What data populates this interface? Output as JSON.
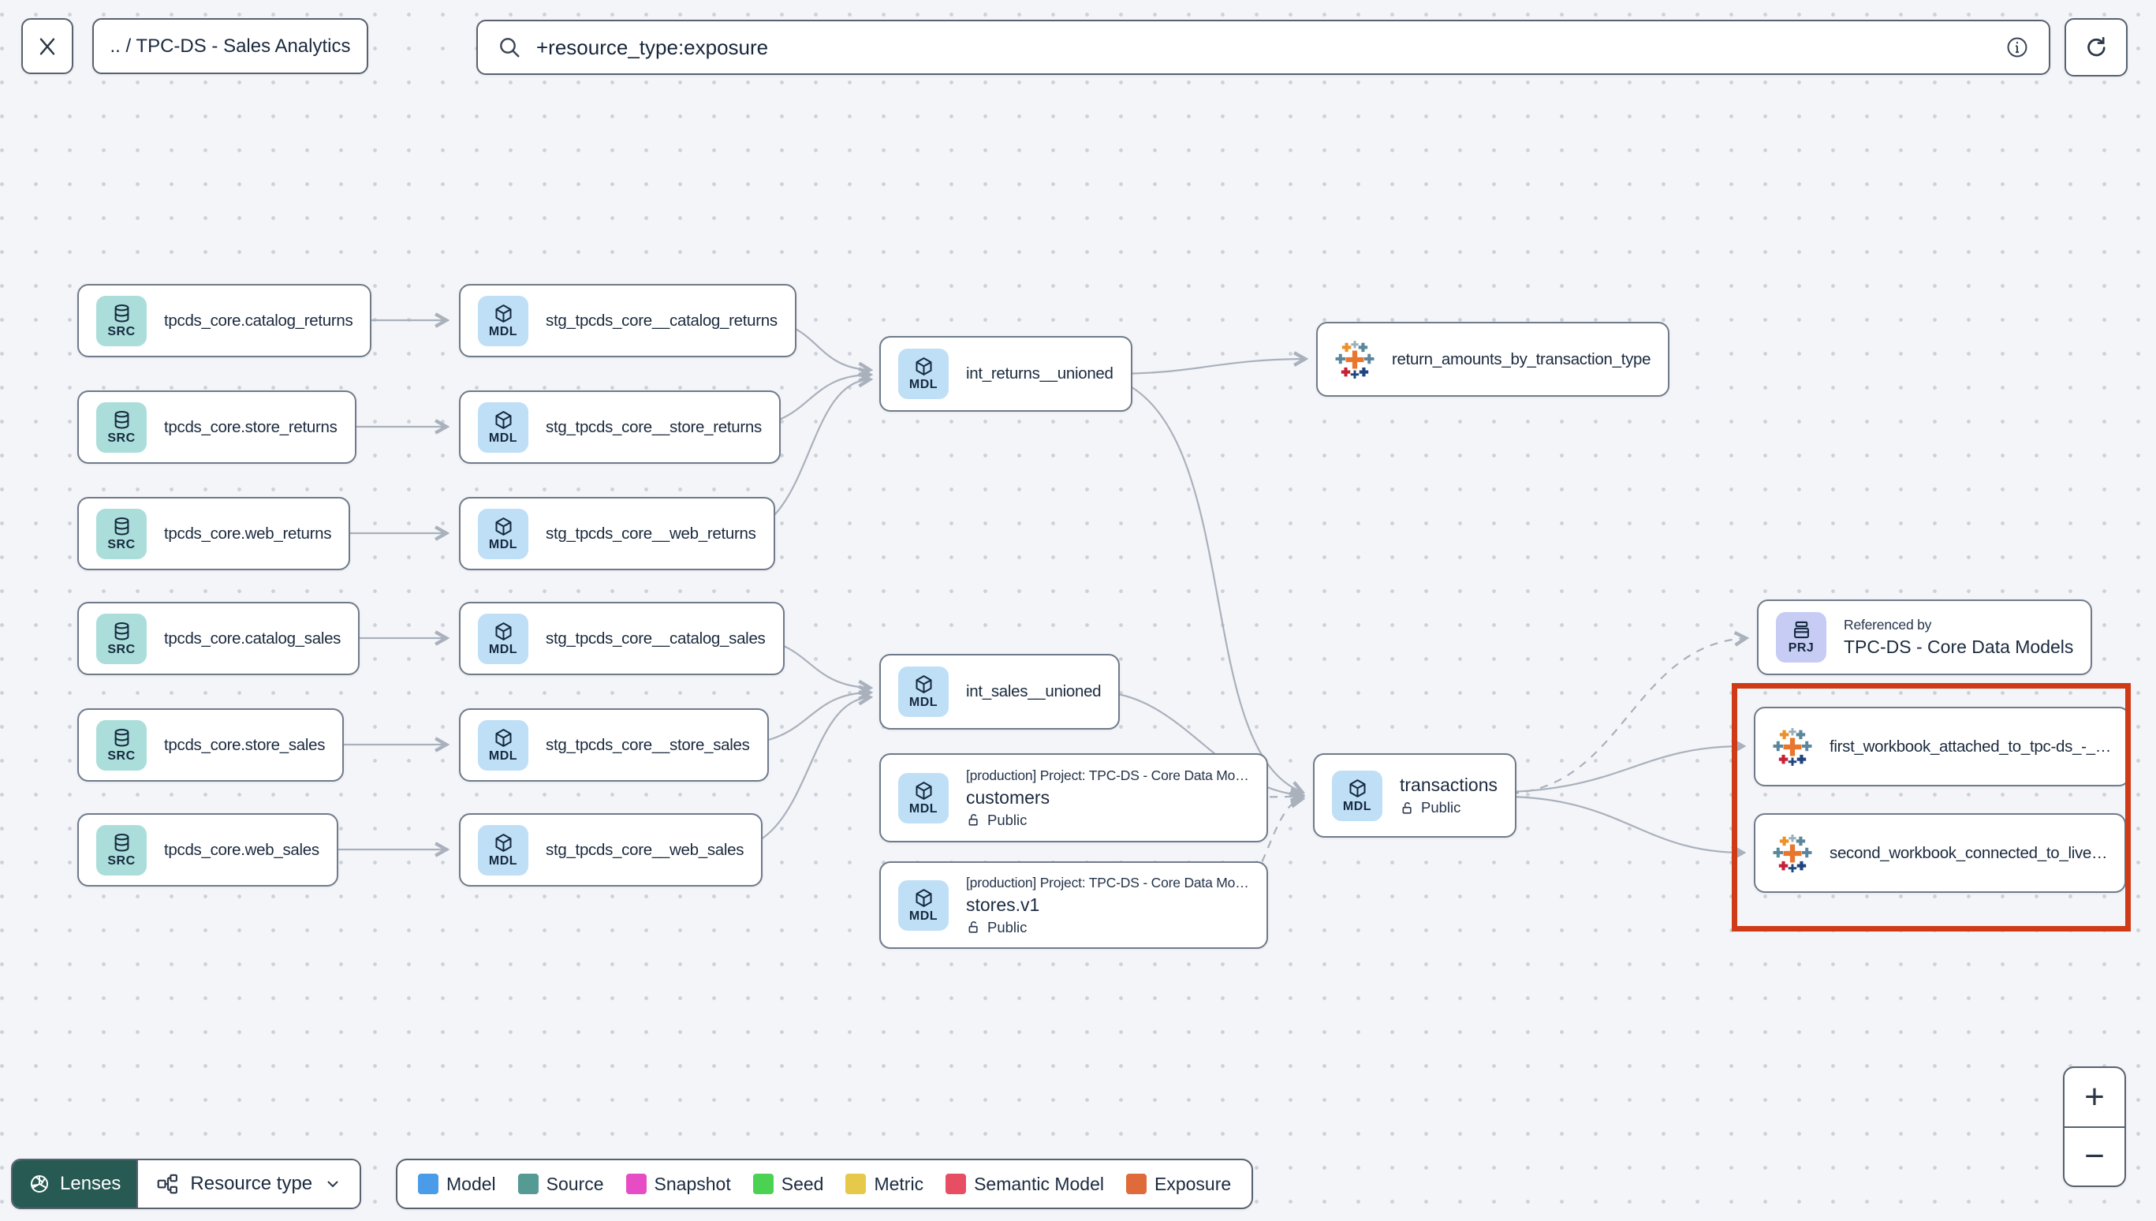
{
  "header": {
    "breadcrumb": ".. / TPC-DS - Sales Analytics",
    "search_value": "+resource_type:exposure"
  },
  "graph": {
    "nodes": [
      {
        "type": "source",
        "badge": "SRC",
        "label": "tpcds_core.catalog_returns"
      },
      {
        "type": "source",
        "badge": "SRC",
        "label": "tpcds_core.store_returns"
      },
      {
        "type": "source",
        "badge": "SRC",
        "label": "tpcds_core.web_returns"
      },
      {
        "type": "source",
        "badge": "SRC",
        "label": "tpcds_core.catalog_sales"
      },
      {
        "type": "source",
        "badge": "SRC",
        "label": "tpcds_core.store_sales"
      },
      {
        "type": "source",
        "badge": "SRC",
        "label": "tpcds_core.web_sales"
      },
      {
        "type": "model",
        "badge": "MDL",
        "label": "stg_tpcds_core__catalog_returns"
      },
      {
        "type": "model",
        "badge": "MDL",
        "label": "stg_tpcds_core__store_returns"
      },
      {
        "type": "model",
        "badge": "MDL",
        "label": "stg_tpcds_core__web_returns"
      },
      {
        "type": "model",
        "badge": "MDL",
        "label": "stg_tpcds_core__catalog_sales"
      },
      {
        "type": "model",
        "badge": "MDL",
        "label": "stg_tpcds_core__store_sales"
      },
      {
        "type": "model",
        "badge": "MDL",
        "label": "stg_tpcds_core__web_sales"
      },
      {
        "type": "model",
        "badge": "MDL",
        "label": "int_returns__unioned"
      },
      {
        "type": "model",
        "badge": "MDL",
        "label": "int_sales__unioned"
      },
      {
        "type": "model",
        "badge": "MDL",
        "project": "[production] Project: TPC-DS - Core Data Mo…",
        "label": "customers",
        "access": "Public"
      },
      {
        "type": "model",
        "badge": "MDL",
        "project": "[production] Project: TPC-DS - Core Data Mo…",
        "label": "stores.v1",
        "access": "Public"
      },
      {
        "type": "exposure",
        "label": "return_amounts_by_transaction_type"
      },
      {
        "type": "model",
        "badge": "MDL",
        "label": "transactions",
        "access": "Public"
      },
      {
        "type": "project",
        "badge": "PRJ",
        "title": "Referenced by",
        "label": "TPC-DS - Core Data Models"
      },
      {
        "type": "exposure",
        "label": "first_workbook_attached_to_tpc-ds_-_…"
      },
      {
        "type": "exposure",
        "label": "second_workbook_connected_to_live…"
      }
    ],
    "edges": [
      {
        "from": "tpcds_core.catalog_returns",
        "to": "stg_tpcds_core__catalog_returns",
        "style": "solid"
      },
      {
        "from": "tpcds_core.store_returns",
        "to": "stg_tpcds_core__store_returns",
        "style": "solid"
      },
      {
        "from": "tpcds_core.web_returns",
        "to": "stg_tpcds_core__web_returns",
        "style": "solid"
      },
      {
        "from": "tpcds_core.catalog_sales",
        "to": "stg_tpcds_core__catalog_sales",
        "style": "solid"
      },
      {
        "from": "tpcds_core.store_sales",
        "to": "stg_tpcds_core__store_sales",
        "style": "solid"
      },
      {
        "from": "tpcds_core.web_sales",
        "to": "stg_tpcds_core__web_sales",
        "style": "solid"
      },
      {
        "from": "stg_tpcds_core__catalog_returns",
        "to": "int_returns__unioned",
        "style": "solid"
      },
      {
        "from": "stg_tpcds_core__store_returns",
        "to": "int_returns__unioned",
        "style": "solid"
      },
      {
        "from": "stg_tpcds_core__web_returns",
        "to": "int_returns__unioned",
        "style": "solid"
      },
      {
        "from": "stg_tpcds_core__catalog_sales",
        "to": "int_sales__unioned",
        "style": "solid"
      },
      {
        "from": "stg_tpcds_core__store_sales",
        "to": "int_sales__unioned",
        "style": "solid"
      },
      {
        "from": "stg_tpcds_core__web_sales",
        "to": "int_sales__unioned",
        "style": "solid"
      },
      {
        "from": "int_returns__unioned",
        "to": "return_amounts_by_transaction_type",
        "style": "solid"
      },
      {
        "from": "int_returns__unioned",
        "to": "transactions",
        "style": "solid"
      },
      {
        "from": "int_sales__unioned",
        "to": "transactions",
        "style": "solid"
      },
      {
        "from": "customers",
        "to": "transactions",
        "style": "dashed"
      },
      {
        "from": "stores.v1",
        "to": "transactions",
        "style": "dashed"
      },
      {
        "from": "transactions",
        "to": "TPC-DS - Core Data Models",
        "style": "dashed"
      },
      {
        "from": "transactions",
        "to": "first_workbook_attached_to_tpc-ds_-_…",
        "style": "solid"
      },
      {
        "from": "transactions",
        "to": "second_workbook_connected_to_live…",
        "style": "solid"
      }
    ]
  },
  "footer": {
    "lenses_label": "Lenses",
    "lenses_bg": "#265a53",
    "resource_type_label": "Resource type",
    "legend": [
      {
        "label": "Model",
        "color": "#4a9be8"
      },
      {
        "label": "Source",
        "color": "#569a94"
      },
      {
        "label": "Snapshot",
        "color": "#e64cc4"
      },
      {
        "label": "Seed",
        "color": "#4cd253"
      },
      {
        "label": "Metric",
        "color": "#e6c84b"
      },
      {
        "label": "Semantic Model",
        "color": "#e84e63"
      },
      {
        "label": "Exposure",
        "color": "#e06b3a"
      }
    ]
  },
  "zoom": {
    "in_label": "+",
    "out_label": "−"
  },
  "highlight_color": "#cf3a17"
}
